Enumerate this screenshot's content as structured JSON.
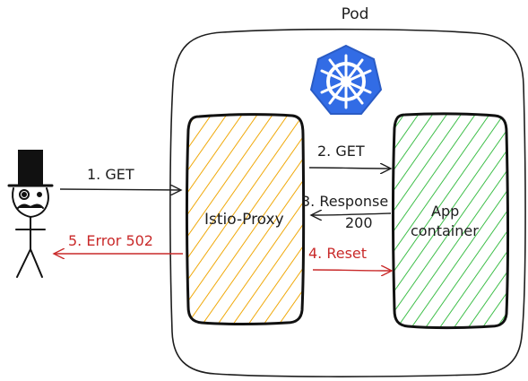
{
  "pod": {
    "label": "Pod"
  },
  "proxy": {
    "label": "Istio-Proxy",
    "color": "#f0a90a"
  },
  "app": {
    "line1": "App",
    "line2": "container",
    "color": "#3fbf4a"
  },
  "arrows": {
    "get1": "1. GET",
    "get2": "2. GET",
    "response_line1": "3. Response",
    "response_line2": "200",
    "reset": "4. Reset",
    "error": "5. Error 502"
  },
  "colors": {
    "ink": "#1e1e1e",
    "error": "#c92a2a",
    "kubernetes": "#326ce5"
  },
  "icons": {
    "user": "top-hat-user-icon",
    "logo": "kubernetes-logo-icon"
  }
}
